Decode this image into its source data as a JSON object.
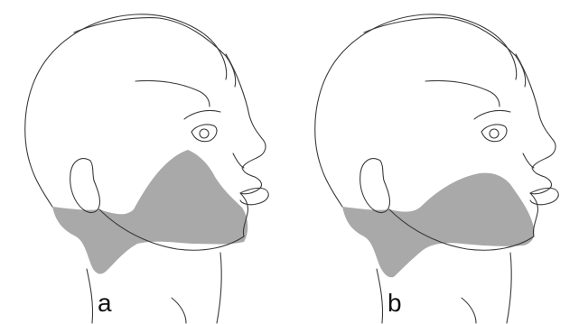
{
  "figure": {
    "panels": [
      {
        "label": "a",
        "region": "jaw-and-neck-shading-full"
      },
      {
        "label": "b",
        "region": "jaw-and-neck-shading-reduced"
      }
    ],
    "colors": {
      "outline": "#3a3a3a",
      "shading": "#a9a9a9",
      "background": "#ffffff"
    }
  }
}
